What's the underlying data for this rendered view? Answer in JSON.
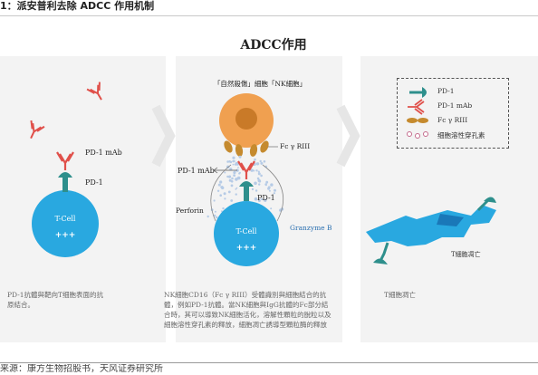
{
  "header": {
    "title": "1：派安普利去除 ADCC 作用机制"
  },
  "diagram": {
    "title": "ADCC作用",
    "panel1": {
      "mab_label": "PD-1 mAb",
      "pd1_label": "PD-1",
      "cell_label": "T-Cell",
      "cell_charge": "+++",
      "caption": "PD-1抗體與靶向T细胞表面的抗原結合。"
    },
    "panel2": {
      "nk_title": "「自然殺傷」細胞「NK細胞」",
      "fc_label": "Fc γ RIII",
      "mab_label": "PD-1 mAb",
      "pd1_label": "PD-1",
      "perforin_label": "Perforin",
      "granzyme_label": "Granzyme B",
      "cell_label": "T-Cell",
      "cell_charge": "+++",
      "caption": "NK細胞CD16（Fc γ RIII）受體識別與細胞結合的抗體，例如PD-1抗體。當NK細胞與IgG抗體的Fc部分結合時，其可以導致NK細胞活化，溶解性顆粒的脫粒以及細胞溶性穿孔素的釋放，細胞凋亡誘導型顆粒酶的釋放"
    },
    "panel3": {
      "dead_label": "T細胞凋亡",
      "caption": "T細胞凋亡"
    },
    "legend": {
      "items": [
        {
          "label": "PD-1"
        },
        {
          "label": "PD-1 mAb"
        },
        {
          "label": "Fc γ RIII"
        },
        {
          "label": "细胞溶性穿孔素"
        }
      ]
    },
    "colors": {
      "tcell": "#29a8e0",
      "tcell_dark": "#1a78b8",
      "pd1": "#2e8f8c",
      "mab": "#e0504a",
      "nk": "#f0a050",
      "nk_dark": "#c97a28",
      "fc": "#c58a2e",
      "granule": "#b6cbe6",
      "panel_bg": "#f4f4f4"
    }
  },
  "footer": {
    "source": "来源：康方生物招股书，天风证券研究所"
  }
}
